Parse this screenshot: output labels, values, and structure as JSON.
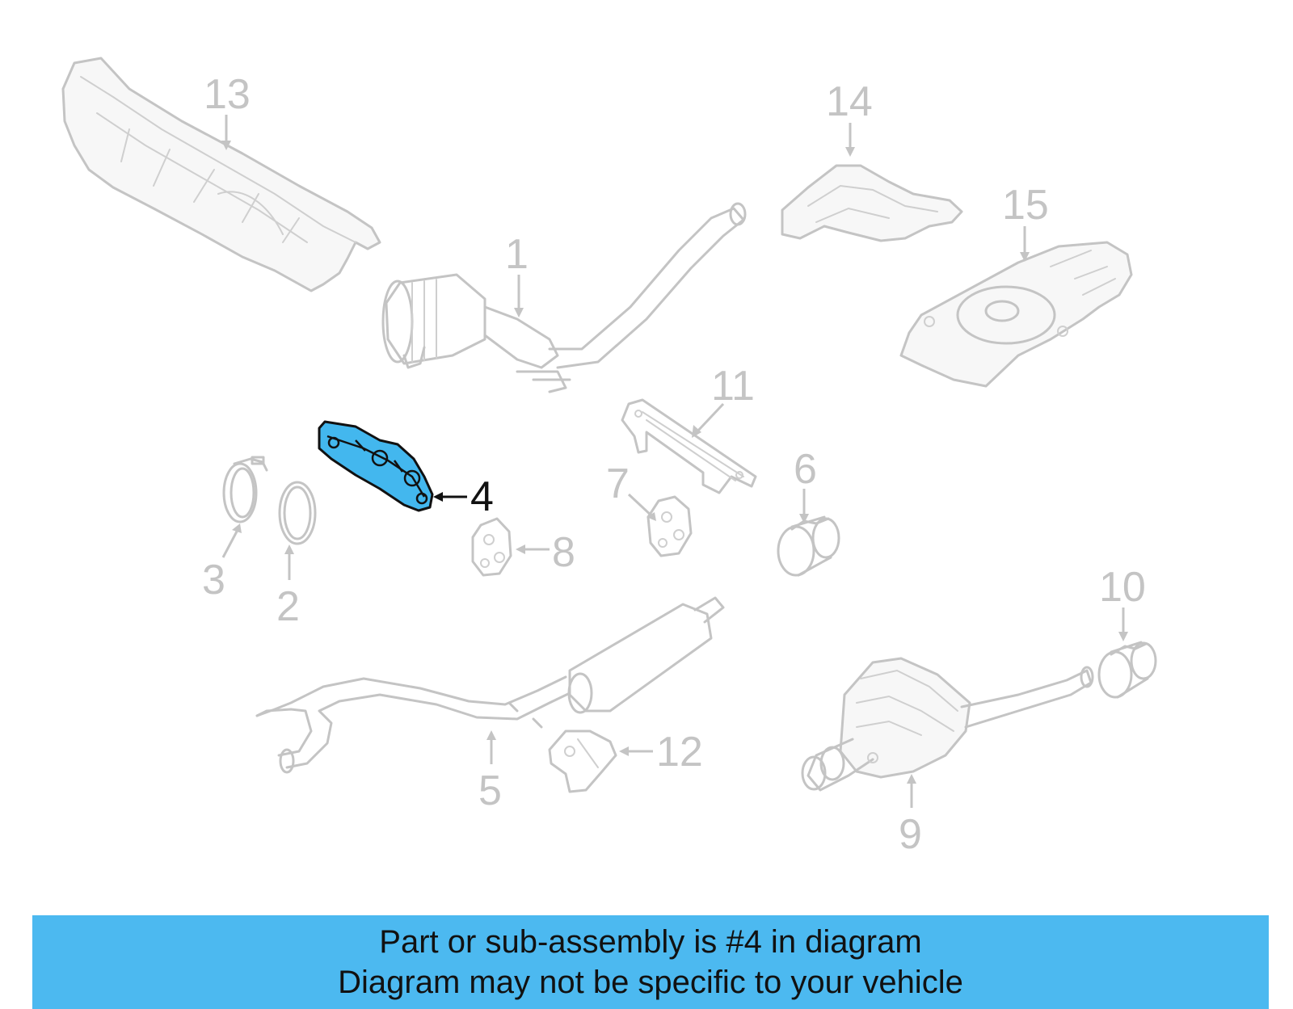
{
  "diagram": {
    "highlight_color": "#43b7ee",
    "highlighted_part": "4",
    "callouts": {
      "c1": "1",
      "c2": "2",
      "c3": "3",
      "c4": "4",
      "c5": "5",
      "c6": "6",
      "c7": "7",
      "c8": "8",
      "c9": "9",
      "c10": "10",
      "c11": "11",
      "c12": "12",
      "c13": "13",
      "c14": "14",
      "c15": "15"
    }
  },
  "banner": {
    "color": "#4cb9f0",
    "line1": "Part or sub-assembly is #4 in diagram",
    "line2": "Diagram may not be specific to your vehicle"
  }
}
